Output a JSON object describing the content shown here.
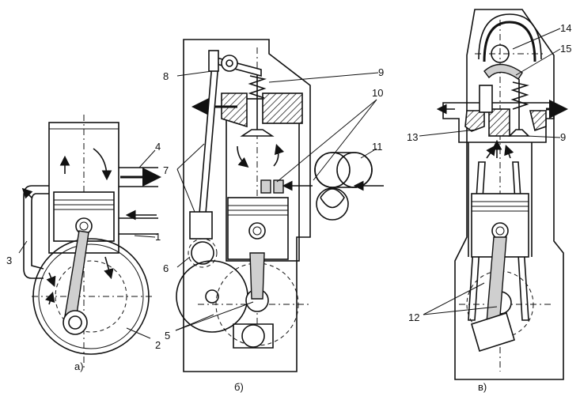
{
  "figure": {
    "panels": [
      {
        "id": "a",
        "caption": "а)"
      },
      {
        "id": "b",
        "caption": "б)"
      },
      {
        "id": "c",
        "caption": "в)"
      }
    ],
    "callouts": [
      "1",
      "2",
      "3",
      "4",
      "5",
      "6",
      "7",
      "8",
      "9",
      "10",
      "11",
      "12",
      "13",
      "14",
      "15"
    ],
    "callout_9_second": "9"
  }
}
